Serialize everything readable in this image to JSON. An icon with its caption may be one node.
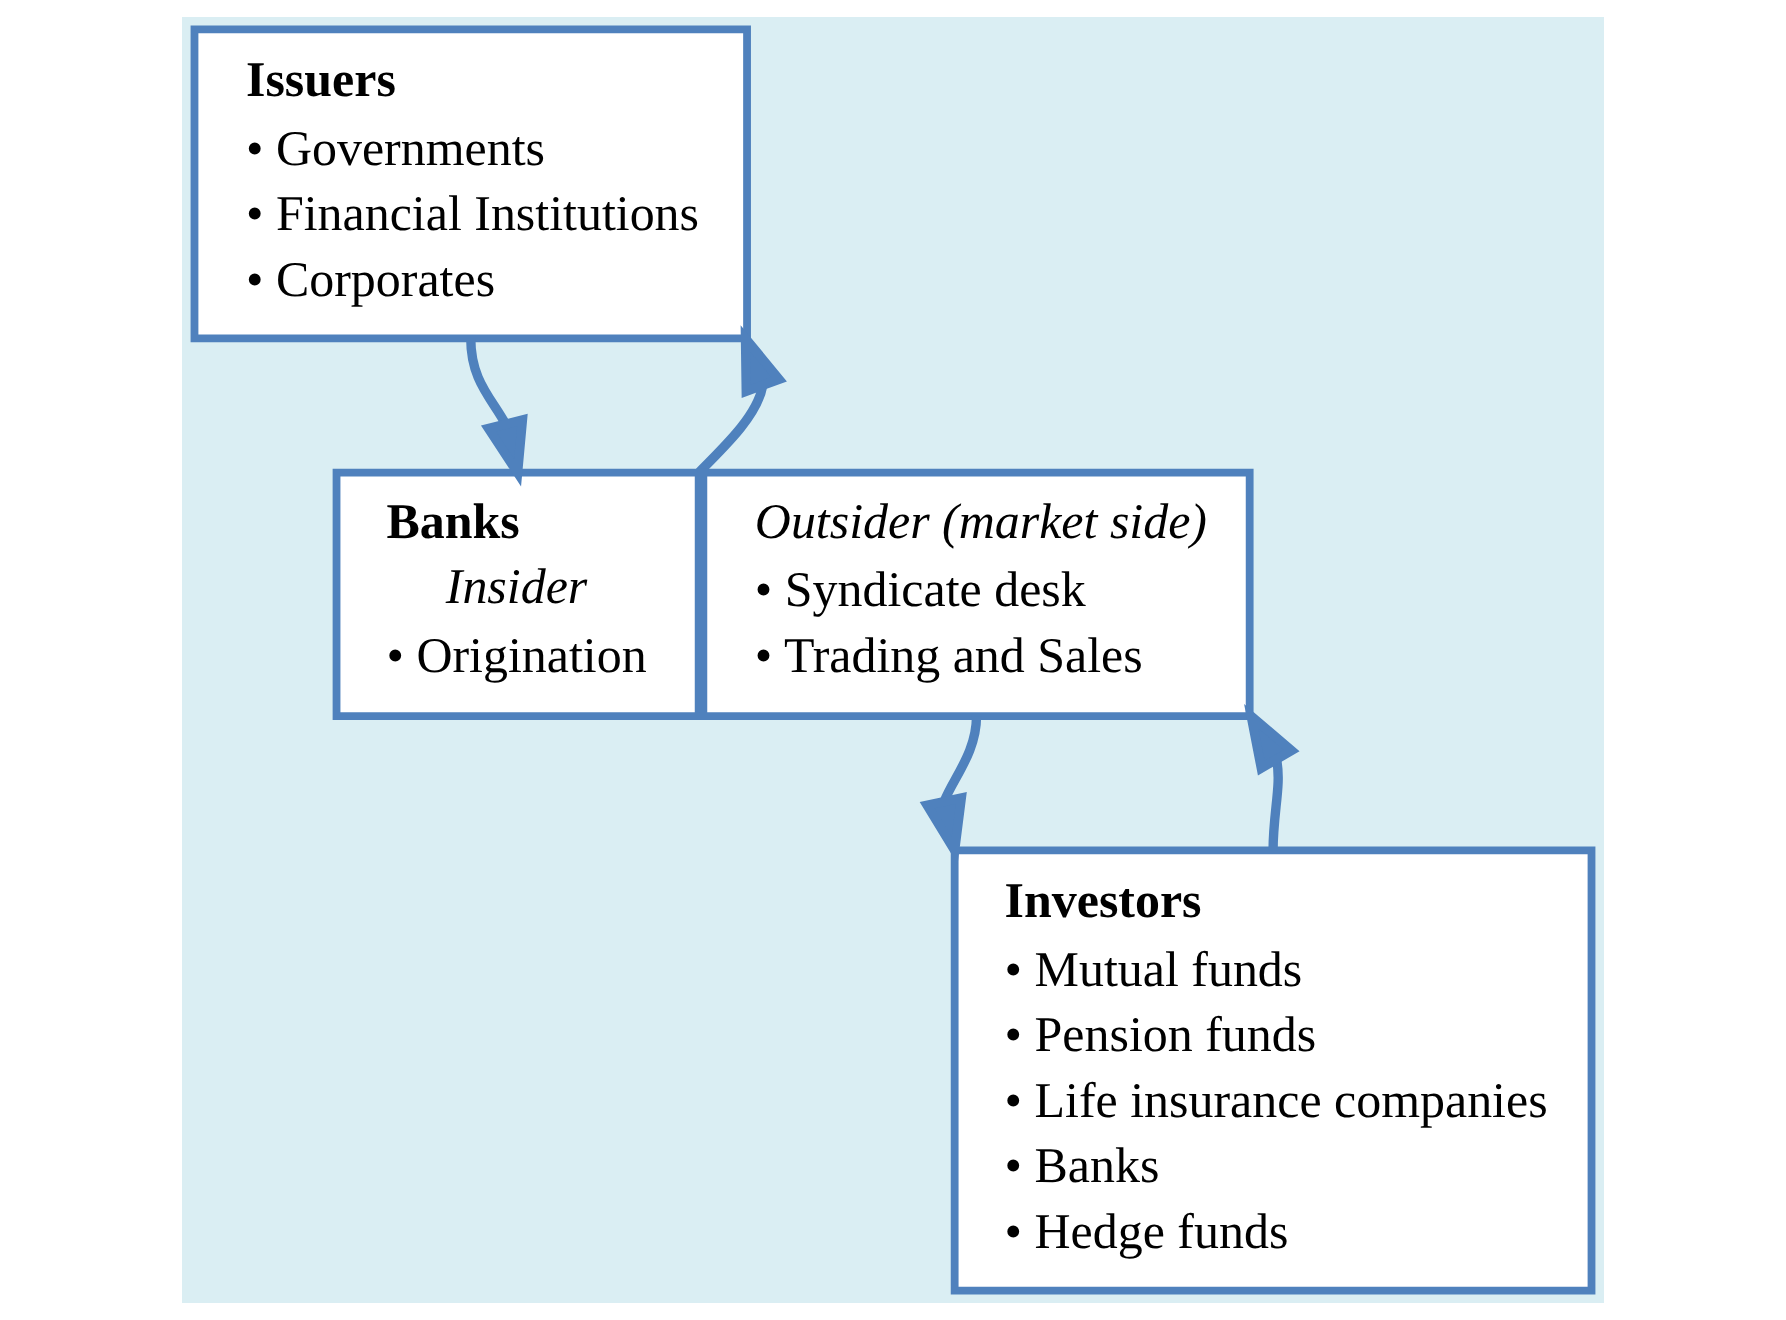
{
  "diagram": {
    "nodes": [
      {
        "text": [
          "Issuers",
          "• Governments",
          "• Financial Institutions",
          "• Corporates"
        ]
      },
      {
        "text": [
          "Banks",
          "Insider",
          "• Origination"
        ]
      },
      {
        "text": [
          "Outsider (market side)",
          "• Syndicate desk",
          "• Trading and Sales"
        ]
      },
      {
        "text": [
          "Investors",
          "• Mutual funds",
          "• Pension funds",
          "• Life insurance companies",
          "• Banks",
          "• Hedge funds"
        ]
      }
    ],
    "edges": [
      {
        "from": 0,
        "to": 1,
        "arrow": "to"
      },
      {
        "from": 1,
        "to": 0,
        "arrow": "to"
      },
      {
        "from": 2,
        "to": 3,
        "arrow": "to"
      },
      {
        "from": 3,
        "to": 2,
        "arrow": "to"
      }
    ]
  }
}
